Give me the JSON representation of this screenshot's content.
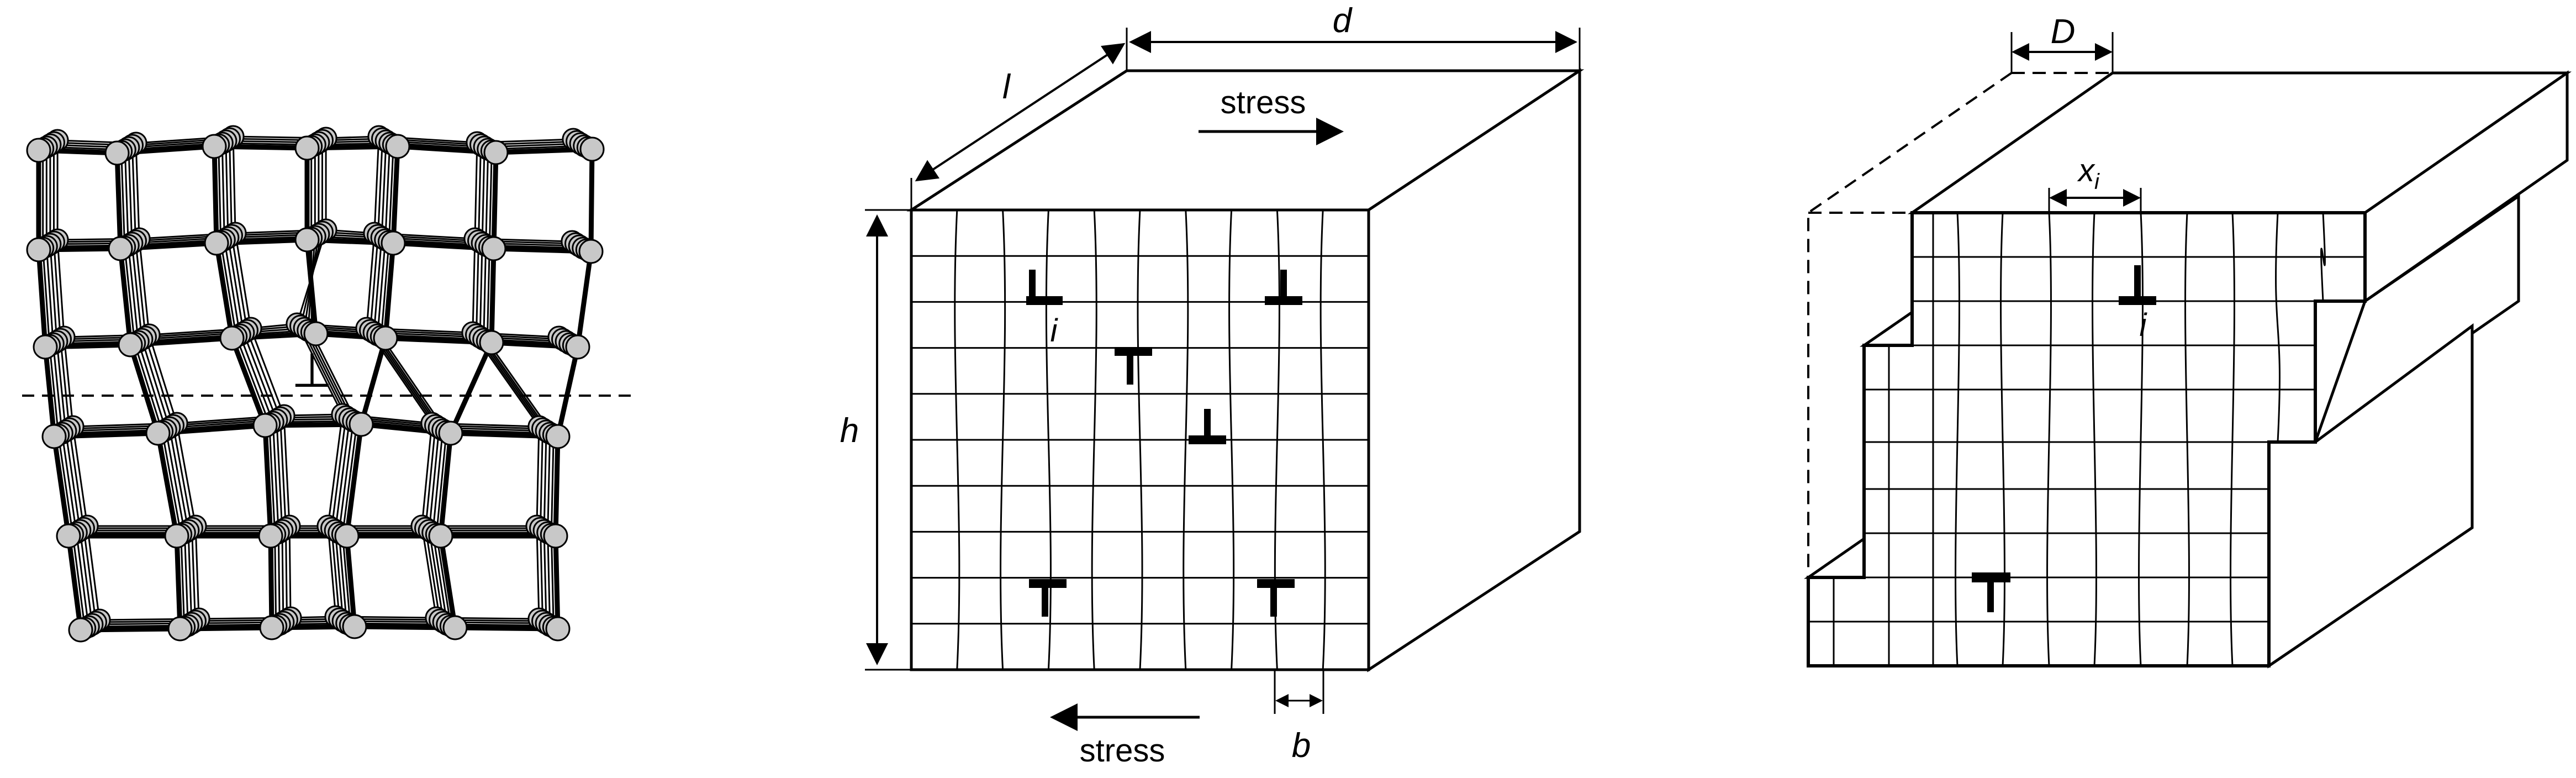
{
  "panels": [
    {
      "id": "edge-dislocation-lattice",
      "symbol": "⊥"
    },
    {
      "id": "crystal-block",
      "labels": {
        "l": "l",
        "d": "d",
        "h": "h",
        "b": "b",
        "stress_top": "stress",
        "stress_bottom": "stress",
        "i": "i"
      }
    },
    {
      "id": "slipped-crystal",
      "labels": {
        "D": "D",
        "x": "x",
        "x_sub": "i",
        "i": "i"
      }
    }
  ],
  "colors": {
    "line": "#000000",
    "atom_fill": "#c8c8c8",
    "background": "#ffffff"
  }
}
